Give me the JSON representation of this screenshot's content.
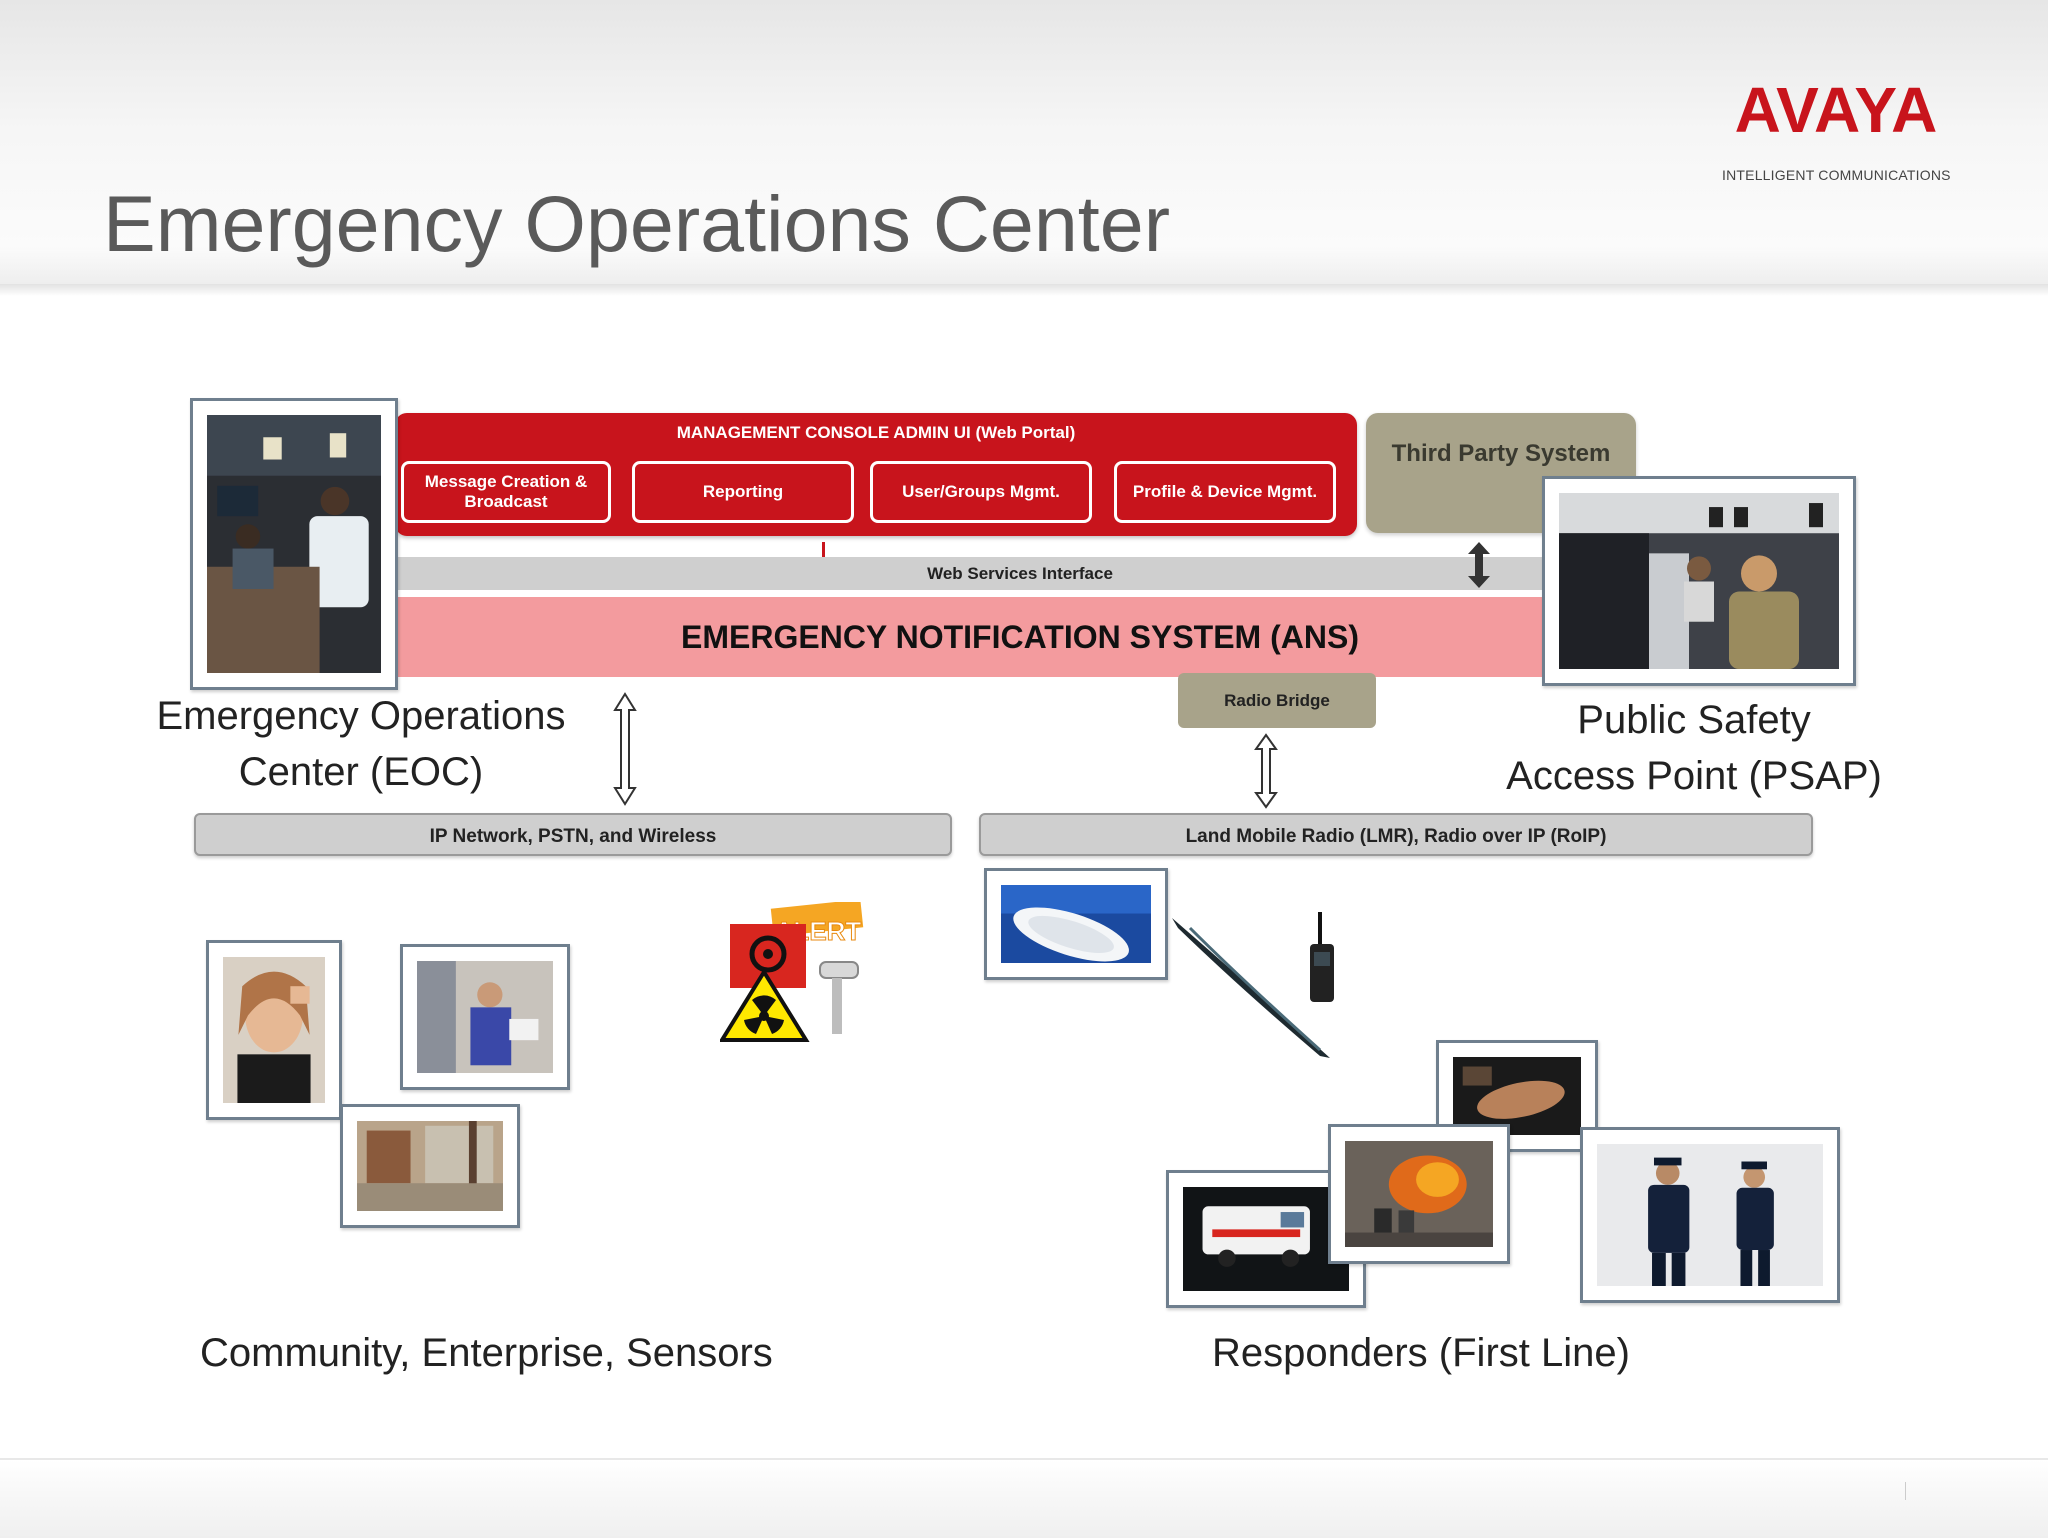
{
  "header": {
    "title": "Emergency Operations Center",
    "logo_text": "AVAYA",
    "tagline": "INTELLIGENT COMMUNICATIONS"
  },
  "colors": {
    "brand_red": "#c8141c",
    "ens_pink": "#f39b9e",
    "olive": "#a8a38a",
    "gray_bar": "#cfcfcf",
    "frame": "#6f7f8e"
  },
  "diagram": {
    "management_console": {
      "title": "MANAGEMENT CONSOLE ADMIN UI (Web Portal)",
      "modules": [
        "Message Creation & Broadcast",
        "Reporting",
        "User/Groups Mgmt.",
        "Profile & Device Mgmt."
      ]
    },
    "third_party": "Third Party System",
    "web_services": "Web Services Interface",
    "ens": "EMERGENCY NOTIFICATION SYSTEM (ANS)",
    "radio_bridge": "Radio Bridge",
    "eoc_label_line1": "Emergency Operations",
    "eoc_label_line2": "Center (EOC)",
    "psap_label_line1": "Public Safety",
    "psap_label_line2": "Access Point (PSAP)",
    "ip_network": "IP Network, PSTN, and Wireless",
    "lmr": "Land Mobile Radio (LMR), Radio over IP (RoIP)",
    "community_label": "Community, Enterprise, Sensors",
    "responders_label": "Responders (First Line)",
    "hazard_alert_text": "ALERT"
  }
}
